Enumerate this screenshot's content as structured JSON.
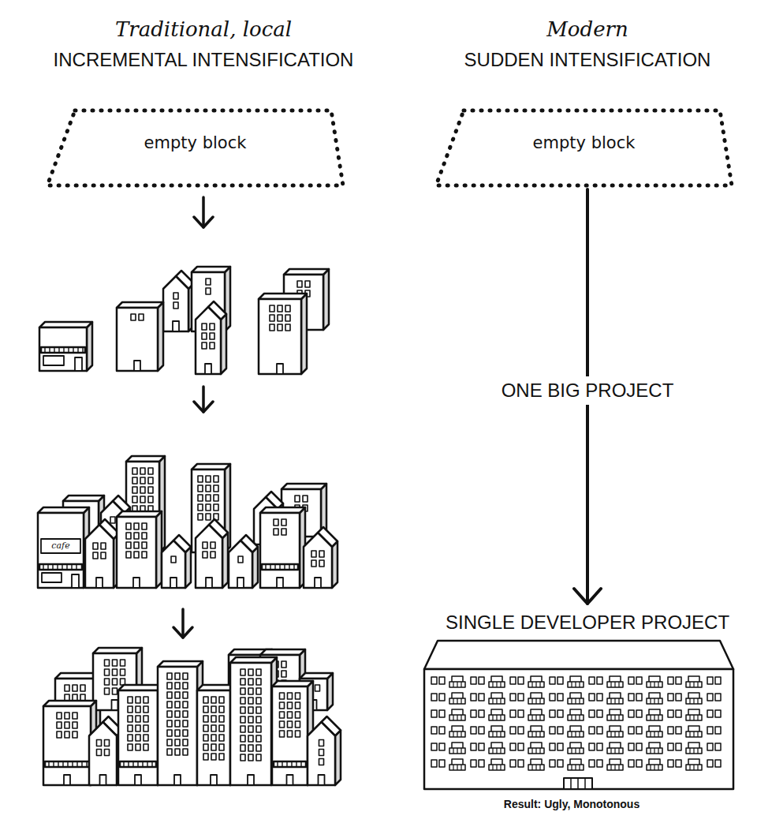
{
  "diagram": {
    "nodes": [
      {
        "text": [
          "empty block"
        ]
      },
      {
        "text": [
          "empty block"
        ]
      },
      {
        "text": [
          "SINGLE DEVELOPER PROJECT",
          "Result: Ugly, Monotonous"
        ]
      }
    ],
    "edges": [
      {
        "from": 1,
        "to": 2,
        "label": "ONE BIG PROJECT",
        "arrow": "to"
      }
    ],
    "labels": [
      "Traditional, local",
      "INCREMENTAL INTENSIFICATION",
      "Modern",
      "SUDDEN INTENSIFICATION",
      "cafe"
    ]
  }
}
